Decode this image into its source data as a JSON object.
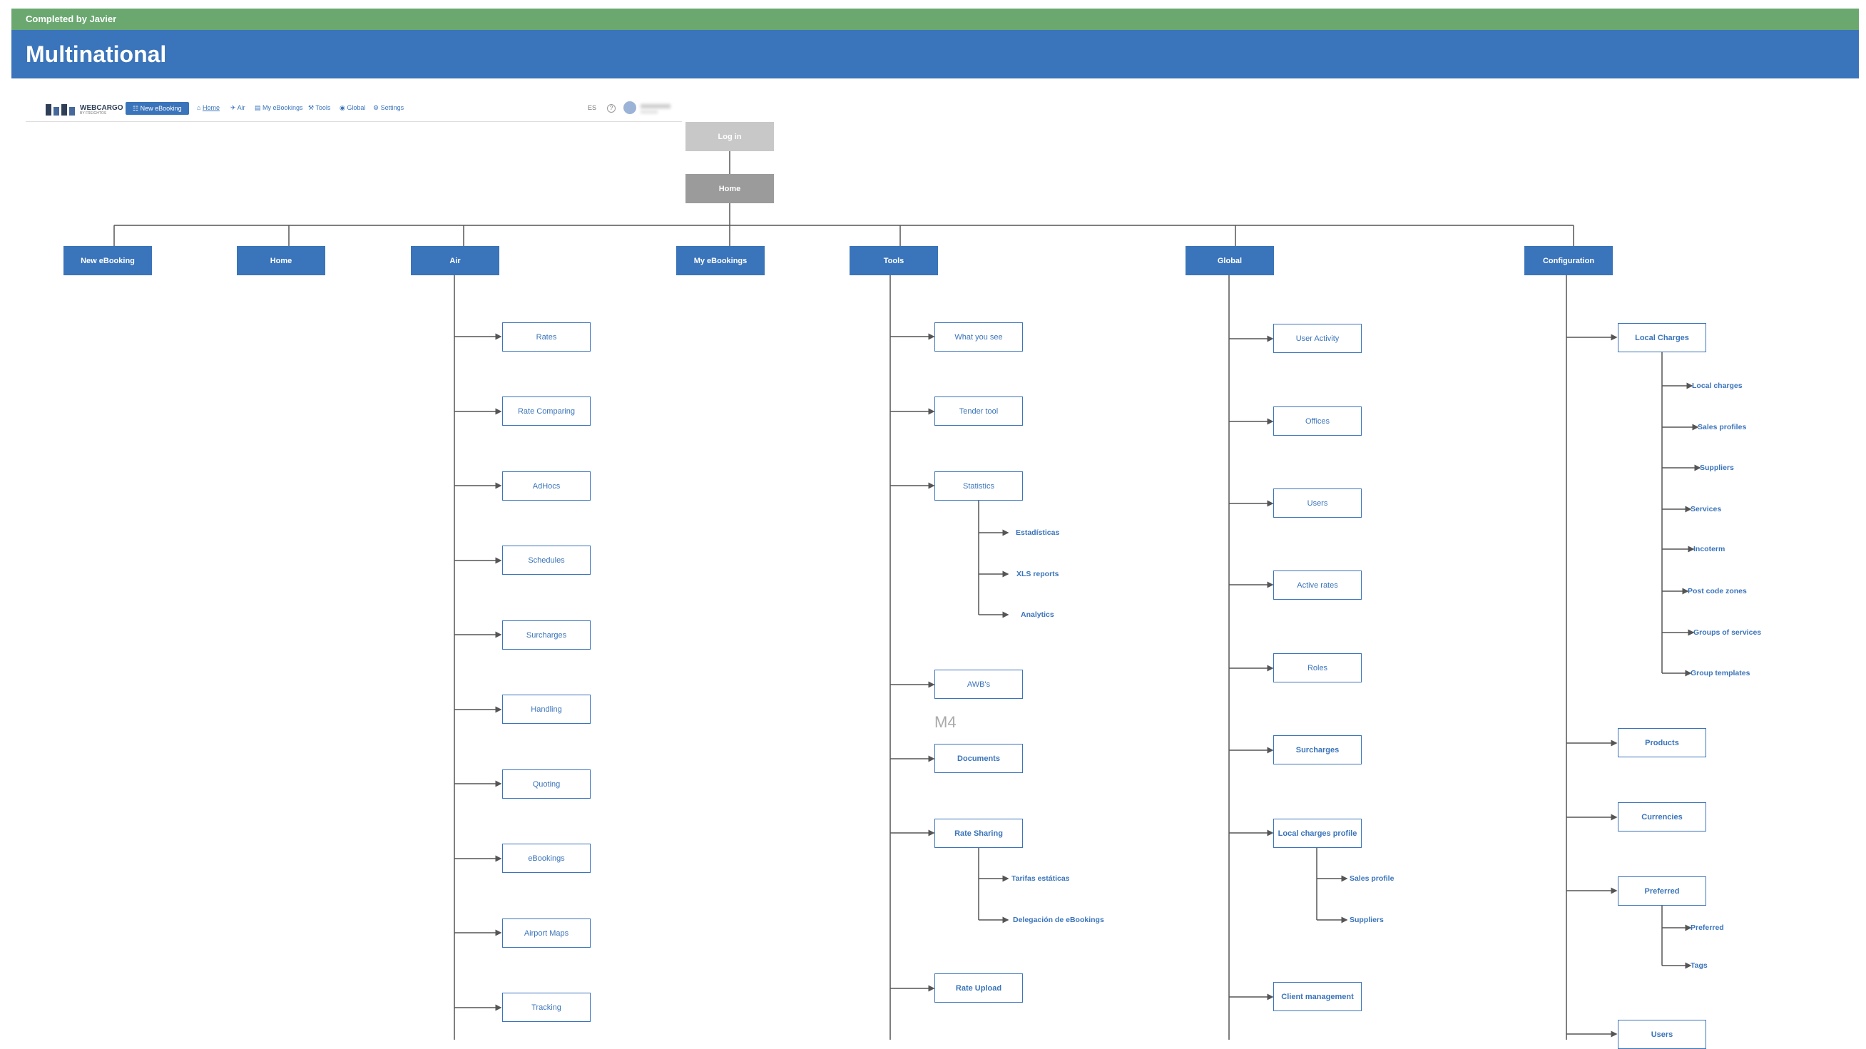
{
  "banner": {
    "completed": "Completed by Javier",
    "title": "Multinational"
  },
  "app_nav": {
    "logo_text": "WEBCARGO",
    "logo_sub": "BY FREIGHTOS",
    "new_booking": "New eBooking",
    "items": [
      "Home",
      "Air",
      "My eBookings",
      "Tools",
      "Global",
      "Settings"
    ],
    "lang": "ES",
    "help": "?"
  },
  "root": {
    "login": "Log in",
    "home": "Home"
  },
  "top_level": [
    "New eBooking",
    "Home",
    "Air",
    "My eBookings",
    "Tools",
    "Global",
    "Configuration"
  ],
  "air": [
    "Rates",
    "Rate Comparing",
    "AdHocs",
    "Schedules",
    "Surcharges",
    "Handling",
    "Quoting",
    "eBookings",
    "Airport Maps",
    "Tracking"
  ],
  "tools": {
    "items": [
      "What you see",
      "Tender tool",
      "Statistics",
      "AWB's",
      "Documents",
      "Rate Sharing",
      "Rate Upload"
    ],
    "statistics_children": [
      "Estadísticas",
      "XLS reports",
      "Analytics"
    ],
    "rate_sharing_children": [
      "Tarifas estáticas",
      "Delegación de eBookings"
    ],
    "m4_label": "M4"
  },
  "global": {
    "items": [
      "User Activity",
      "Offices",
      "Users",
      "Active rates",
      "Roles",
      "Surcharges",
      "Local charges profile",
      "Client management"
    ],
    "local_charges_profile_children": [
      "Sales profile",
      "Suppliers"
    ]
  },
  "configuration": {
    "items": [
      "Local Charges",
      "Products",
      "Currencies",
      "Preferred",
      "Users"
    ],
    "local_charges_children": [
      "Local charges",
      "Sales profiles",
      "Suppliers",
      "Services",
      "Incoterm",
      "Post code zones",
      "Groups of services",
      "Group templates"
    ],
    "preferred_children": [
      "Preferred",
      "Tags"
    ]
  },
  "colors": {
    "green": "#6aa870",
    "blue": "#3a74ba",
    "login": "#c8c8c8",
    "home": "#9b9b9b"
  }
}
